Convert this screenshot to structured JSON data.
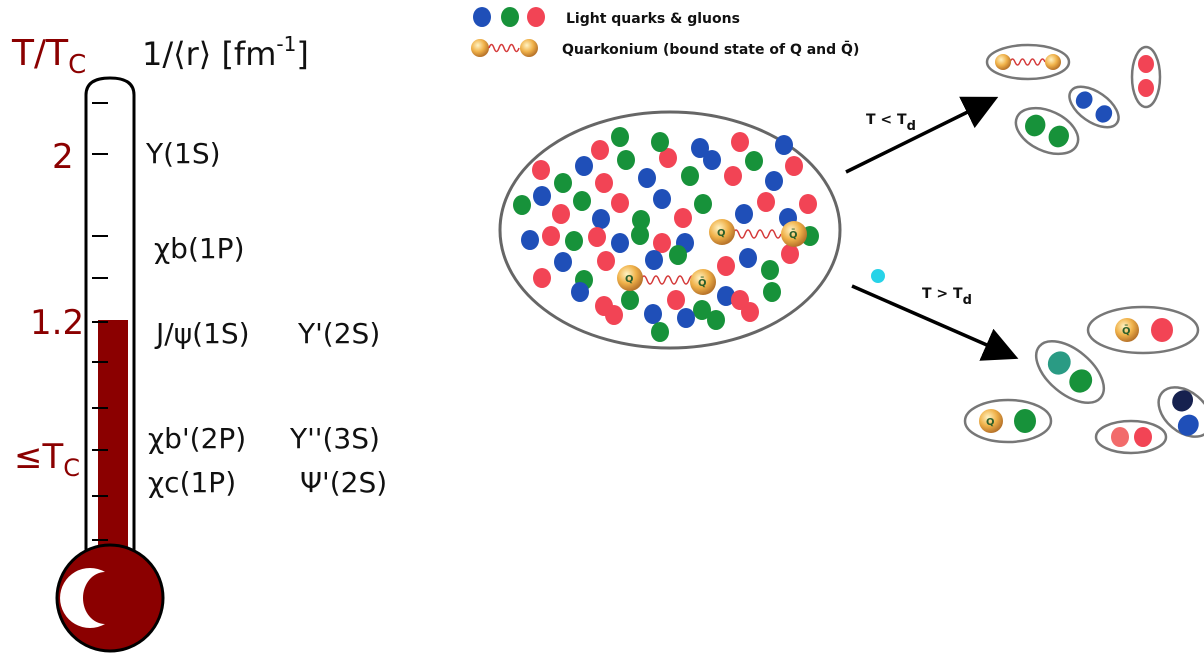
{
  "thermometer": {
    "axis_title": "T/T",
    "axis_title_sub": "C",
    "scale_title": "1/⟨r⟩ [fm",
    "scale_title_sup": "-1",
    "temp_labels": [
      "2",
      "1.2",
      "≤T"
    ],
    "temp_label_sub": "C",
    "fill_level_fraction": 0.55
  },
  "states": {
    "upsilon_1s": "Υ(1S)",
    "chi_b_1p": "χb(1P)",
    "jpsi_1s": "J/ψ(1S)",
    "upsilon_2s": "Υ'(2S)",
    "chi_b_2p": "χb'(2P)",
    "upsilon_3s": "Υ''(3S)",
    "chi_c_1p": "χc(1P)",
    "psi_2s": "Ψ'(2S)"
  },
  "legend": {
    "light": "Light quarks & gluons",
    "quarkonium": "Quarkonium (bound state of Q and  Q̄)"
  },
  "arrows": {
    "low_label": "T < T",
    "high_label": "T > T",
    "label_sub": "d"
  },
  "particles": {
    "quark": "Q",
    "antiquark": "Q̄"
  },
  "colors": {
    "blue": "#1f4fb8",
    "green": "#17923a",
    "red": "#f24455",
    "cyan": "#27d3e8",
    "teal": "#2a9b84",
    "navy": "#16214f",
    "mercury": "#8b0000",
    "gold": "#e8a83a"
  }
}
